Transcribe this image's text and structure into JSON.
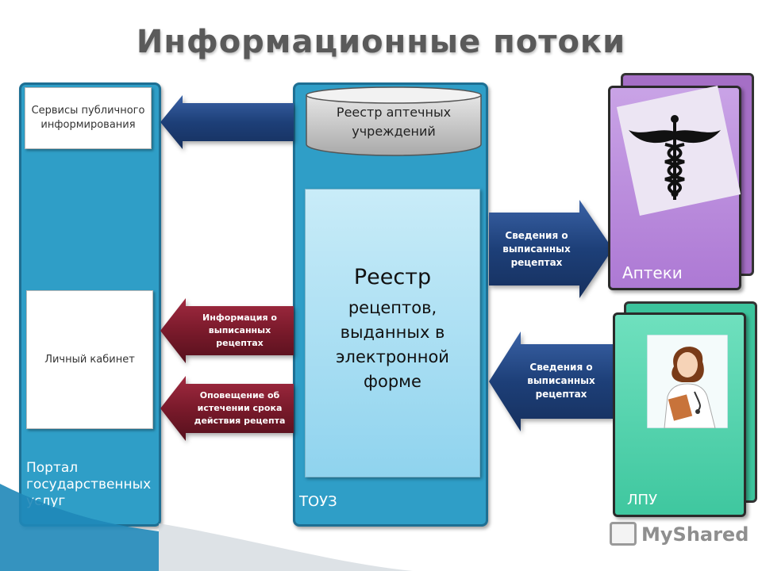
{
  "title": "Информационные потоки",
  "portal": {
    "services_box": "Сервисы публичного информирования",
    "cabinet_box": "Личный кабинет",
    "label": "Портал государственных услуг"
  },
  "touz": {
    "db_label": "Реестр аптечных учреждений",
    "registry_line1": "Реестр",
    "registry_line2": "рецептов, выданных в электронной форме",
    "label": "ТОУЗ"
  },
  "arrows": {
    "to_portal_info": "Информация о выписанных рецептах",
    "to_portal_notice": "Оповещение об истечении срока действия рецепта",
    "to_pharmacy": "Сведения о выписанных рецептах",
    "from_lpu": "Сведения о выписанных рецептах"
  },
  "pharmacy": {
    "label": "Аптеки",
    "icon": "caduceus-icon"
  },
  "lpu": {
    "label": "ЛПУ",
    "icon": "doctor-icon"
  },
  "watermark": "MyShared",
  "colors": {
    "panel": "#2f9ec7",
    "registry": "#a9def2",
    "pharmacy": "#b784d8",
    "lpu": "#55d0ae",
    "arrow_navy": "#1d3f78",
    "arrow_maroon": "#7a1a2b"
  }
}
